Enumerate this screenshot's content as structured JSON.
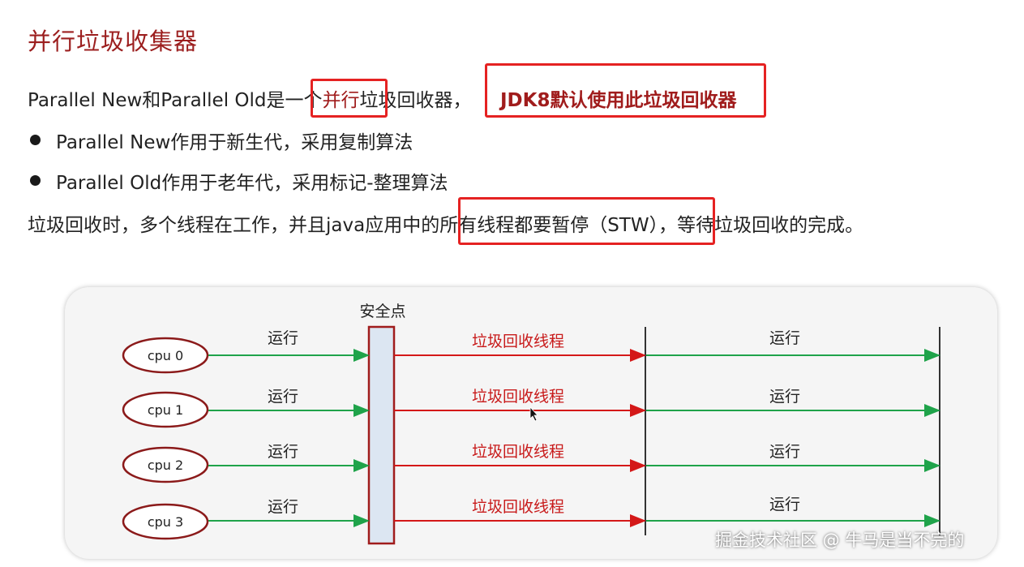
{
  "title": "并行垃圾收集器",
  "intro": {
    "part1": "Parallel New和Parallel Old是一个",
    "highlight": "并行",
    "part2": "垃圾回收器，",
    "jdk_note": "JDK8默认使用此垃圾回收器"
  },
  "bullets": [
    "Parallel New作用于新生代，采用复制算法",
    "Parallel Old作用于老年代，采用标记-整理算法"
  ],
  "stw_line": {
    "part1": "垃圾回收时，多个线程在工作，并且java应用中的",
    "highlight": "所有线程都要暂停（STW）",
    "part2": "，等待垃圾回收的完成。"
  },
  "diagram": {
    "safepoint_label": "安全点",
    "rows": [
      {
        "cpu": "cpu 0",
        "run_label": "运行",
        "gc_label": "垃圾回收线程",
        "after_label": "运行"
      },
      {
        "cpu": "cpu 1",
        "run_label": "运行",
        "gc_label": "垃圾回收线程",
        "after_label": "运行"
      },
      {
        "cpu": "cpu 2",
        "run_label": "运行",
        "gc_label": "垃圾回收线程",
        "after_label": "运行"
      },
      {
        "cpu": "cpu 3",
        "run_label": "运行",
        "gc_label": "垃圾回收线程",
        "after_label": "运行"
      }
    ]
  },
  "watermark": "掘金技术社区 @ 牛马是当不完的",
  "colors": {
    "title": "#9c1f1f",
    "highlight_box": "#e52222",
    "run_arrow": "#1fa34a",
    "gc_arrow": "#d41818",
    "cpu_ellipse": "#8b1a1a",
    "safepoint_fill": "#dce6f2"
  }
}
